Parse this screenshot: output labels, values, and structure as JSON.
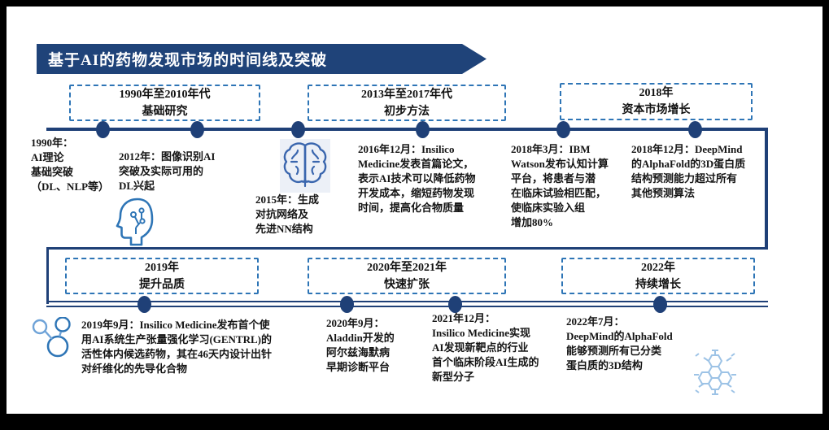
{
  "title": "基于AI的药物发现市场的时间线及突破",
  "colors": {
    "banner": "#1F4379",
    "timeline": "#1F4077",
    "dashed_box": "#2E75B6",
    "icon_blue": "#2E75B6",
    "icon_light_blue": "#9DC3E6",
    "text": "#141414"
  },
  "top_phases": [
    {
      "line1": "1990年至2010年代",
      "line2": "基础研究"
    },
    {
      "line1": "2013年至2017年代",
      "line2": "初步方法"
    },
    {
      "line1": "2018年",
      "line2": "资本市场增长"
    }
  ],
  "bottom_phases": [
    {
      "line1": "2019年",
      "line2": "提升品质"
    },
    {
      "line1": "2020年至2021年",
      "line2": "快速扩张"
    },
    {
      "line1": "2022年",
      "line2": "持续增长"
    }
  ],
  "top_events": [
    {
      "text": "1990年：\nAI理论\n基础突破\n（DL、NLP等）"
    },
    {
      "text": "2012年：图像识别AI\n突破及实际可用的\nDL兴起"
    },
    {
      "text": "2015年：生成\n对抗网络及\n先进NN结构"
    },
    {
      "text": "2016年12月：Insilico\nMedicine发表首篇论文，\n表示AI技术可以降低药物\n开发成本，缩短药物发现\n时间，提高化合物质量"
    },
    {
      "text": "2018年3月：IBM\nWatson发布认知计算\n平台，将患者与潜\n在临床试验相匹配，\n使临床实验入组\n增加80%"
    },
    {
      "text": "2018年12月：DeepMind\n的AlphaFold的3D蛋白质\n结构预测能力超过所有\n其他预测算法"
    }
  ],
  "bottom_events": [
    {
      "text": "2019年9月：Insilico Medicine发布首个使\n用AI系统生产张量强化学习(GENTRL)的\n活性体内候选药物，其在46天内设计出针\n对纤维化的先导化合物"
    },
    {
      "text": "2020年9月：\nAladdin开发的\n阿尔兹海默病\n早期诊断平台"
    },
    {
      "text": "2021年12月：\nInsilico Medicine实现\nAI发现新靶点的行业\n首个临床阶段AI生成的\n新型分子"
    },
    {
      "text": "2022年7月：\nDeepMind的AlphaFold\n能够预测所有已分类\n蛋白质的3D结构"
    }
  ],
  "icons": [
    {
      "name": "ai-head-icon",
      "meaning": "human head profile with circuit brain"
    },
    {
      "name": "brain-icon",
      "meaning": "brain top view"
    },
    {
      "name": "molecule-icon",
      "meaning": "connected atom circles"
    },
    {
      "name": "hex-molecule-icon",
      "meaning": "hexagonal molecular structure"
    }
  ]
}
